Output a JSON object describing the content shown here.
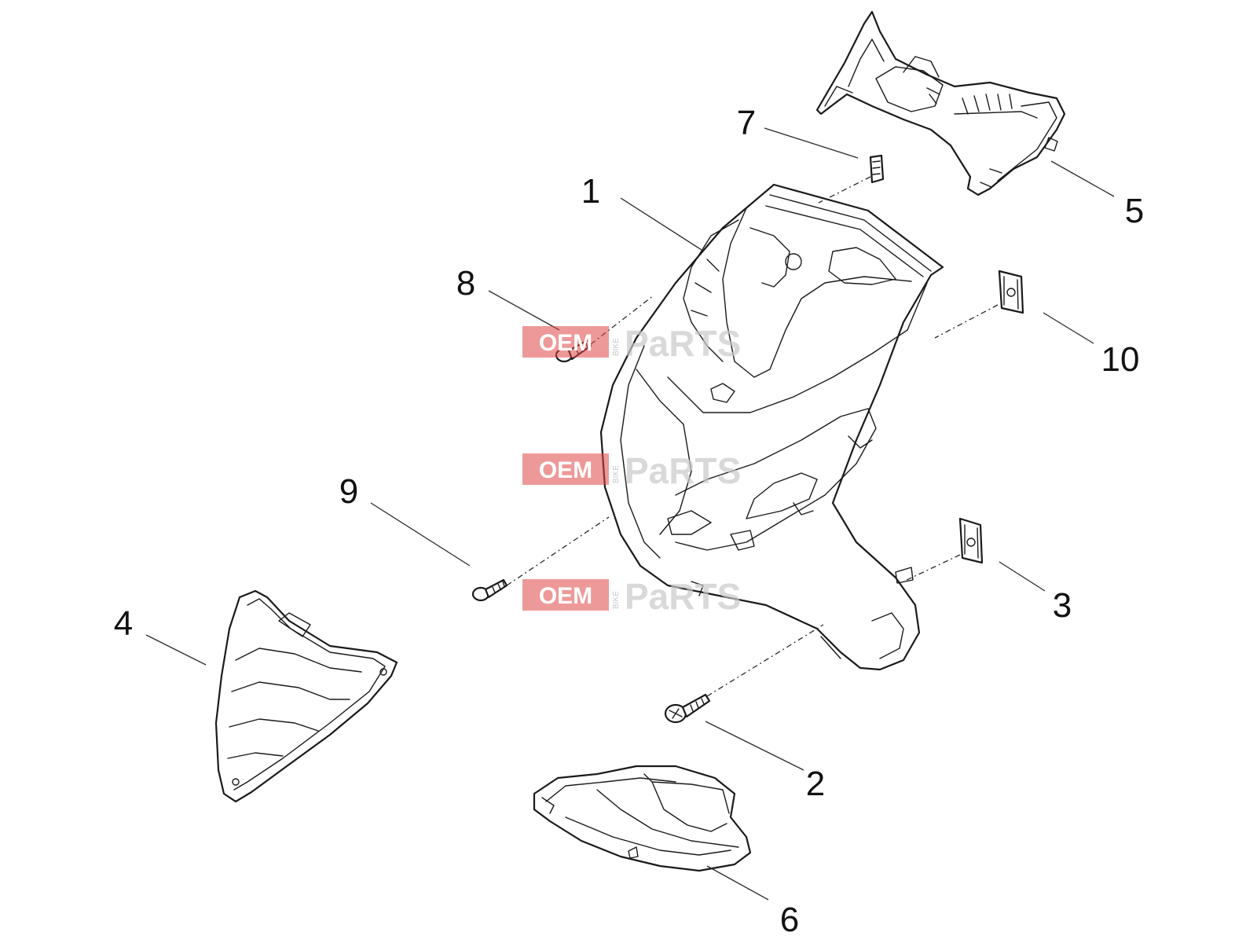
{
  "callouts": [
    {
      "id": "1",
      "label": "1"
    },
    {
      "id": "2",
      "label": "2"
    },
    {
      "id": "3",
      "label": "3"
    },
    {
      "id": "4",
      "label": "4"
    },
    {
      "id": "5",
      "label": "5"
    },
    {
      "id": "6",
      "label": "6"
    },
    {
      "id": "7",
      "label": "7"
    },
    {
      "id": "8",
      "label": "8"
    },
    {
      "id": "9",
      "label": "9"
    },
    {
      "id": "10",
      "label": "10"
    }
  ],
  "watermark": {
    "brand": "OEM",
    "vertical": "BIKE",
    "parts_text": "PaRTS",
    "colors": {
      "box": "#e04545",
      "parts_grey": "#c9c9c9"
    }
  }
}
